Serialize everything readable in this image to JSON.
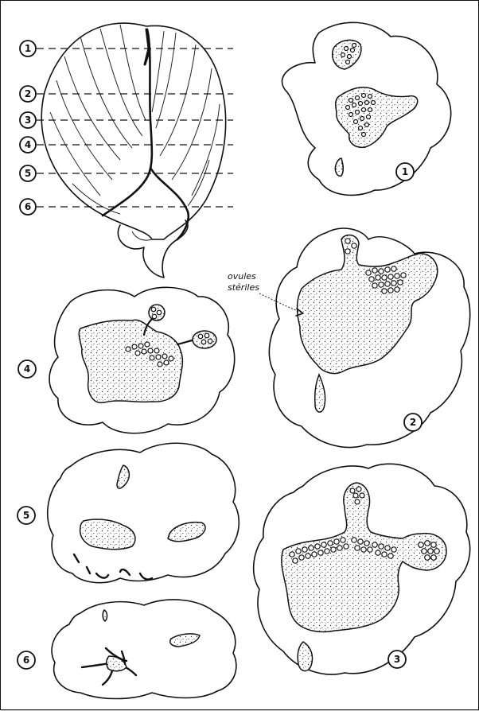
{
  "labels": {
    "n1": "1",
    "n2": "2",
    "n3": "3",
    "n4": "4",
    "n5": "5",
    "n6": "6",
    "ovules_line1": "ovules",
    "ovules_line2": "stériles"
  },
  "colors": {
    "ink": "#111111",
    "paper": "#ffffff",
    "background": "#d6d6d2"
  }
}
